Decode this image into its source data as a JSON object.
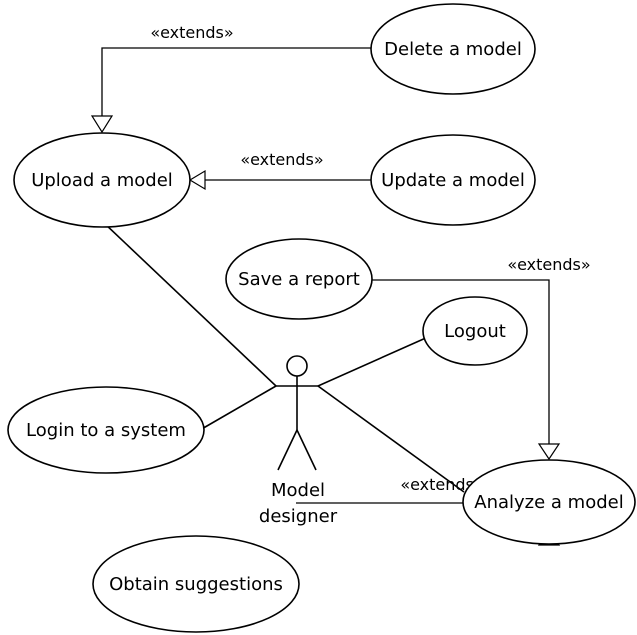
{
  "diagram": {
    "use_cases": {
      "delete_model": "Delete a model",
      "upload_model": "Upload a model",
      "update_model": "Update a model",
      "save_report": "Save a report",
      "logout": "Logout",
      "login": "Login to a system",
      "analyze_model": "Analyze a model",
      "obtain_suggestions": "Obtain suggestions"
    },
    "actor": {
      "name_line1": "Model",
      "name_line2": "designer"
    },
    "relations": {
      "extends_delete_upload": "«extends»",
      "extends_update_upload": "«extends»",
      "extends_save_analyze": "«extends»",
      "extends_suggest_analyze": "«extends»"
    }
  }
}
